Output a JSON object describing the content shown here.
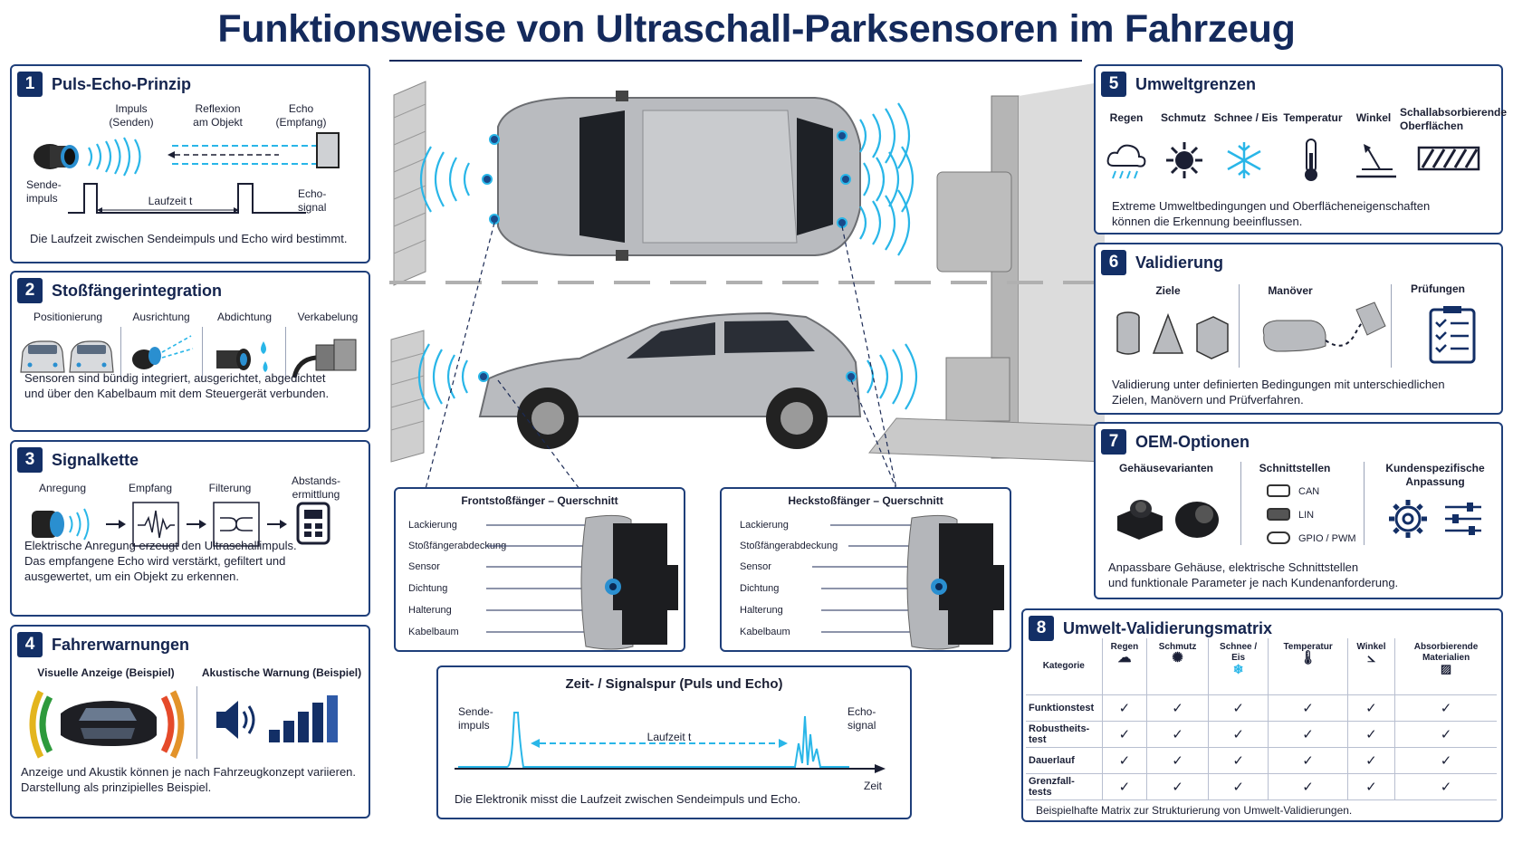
{
  "title": "Funktionsweise von Ultraschall-Parksensoren im Fahrzeug",
  "colors": {
    "navy": "#132f66",
    "wave": "#29b6e8",
    "car": "#b7b9bd"
  },
  "p1": {
    "num": "1",
    "title": "Puls-Echo-Prinzip",
    "impuls": "Impuls\n(Senden)",
    "reflexion": "Reflexion\nam Objekt",
    "echo": "Echo\n(Empfang)",
    "sende": "Sende-\nimpuls",
    "laufzeit": "Laufzeit t",
    "echosig": "Echo-\nsignal",
    "desc": "Die Laufzeit zwischen Sendeimpuls und Echo wird bestimmt."
  },
  "p2": {
    "num": "2",
    "title": "Stoßfängerintegration",
    "cols": [
      "Positionierung",
      "Ausrichtung",
      "Abdichtung",
      "Verkabelung"
    ],
    "desc": "Sensoren sind bündig integriert, ausgerichtet, abgedichtet\nund über den Kabelbaum mit dem Steuergerät verbunden."
  },
  "p3": {
    "num": "3",
    "title": "Signalkette",
    "steps": [
      "Anregung",
      "Empfang",
      "Filterung",
      "Abstands-\nermittlung"
    ],
    "desc": "Elektrische Anregung erzeugt den Ultraschallimpuls.\nDas empfangene Echo wird verstärkt, gefiltert und\nausgewertet, um ein Objekt zu erkennen."
  },
  "p4": {
    "num": "4",
    "title": "Fahrerwarnungen",
    "visual": "Visuelle Anzeige (Beispiel)",
    "acoustic": "Akustische Warnung (Beispiel)",
    "desc": "Anzeige und Akustik können je nach Fahrzeugkonzept variieren.\nDarstellung als prinzipielles Beispiel."
  },
  "p5": {
    "num": "5",
    "title": "Umweltgrenzen",
    "items": [
      "Regen",
      "Schmutz",
      "Schnee / Eis",
      "Temperatur",
      "Winkel",
      "Schallabsorbierende\nOberflächen"
    ],
    "desc": "Extreme Umweltbedingungen und Oberflächeneigenschaften\nkönnen die Erkennung beeinflussen."
  },
  "p6": {
    "num": "6",
    "title": "Validierung",
    "cols": [
      "Ziele",
      "Manöver",
      "Prüfungen"
    ],
    "desc": "Validierung unter definierten Bedingungen mit unterschiedlichen\nZielen, Manövern und Prüfverfahren."
  },
  "p7": {
    "num": "7",
    "title": "OEM-Optionen",
    "housing": "Gehäusevarianten",
    "interfaces": "Schnittstellen",
    "custom": "Kundenspezifische\nAnpassung",
    "ifaces": [
      "CAN",
      "LIN",
      "GPIO / PWM"
    ],
    "desc": "Anpassbare Gehäuse, elektrische Schnittstellen\nund funktionale Parameter je nach Kundenanforderung."
  },
  "p8": {
    "num": "8",
    "title": "Umwelt-Validierungsmatrix",
    "cat": "Kategorie",
    "cols": [
      "Regen",
      "Schmutz",
      "Schnee /\nEis",
      "Temperatur",
      "Winkel",
      "Absorbierende\nMaterialien"
    ],
    "rows": [
      "Funktionstest",
      "Robustheits-\ntest",
      "Dauerlauf",
      "Grenzfall-\ntests"
    ],
    "check": "✓",
    "desc": "Beispielhafte Matrix zur Strukturierung von Umwelt-Validierungen."
  },
  "front": {
    "title": "Frontstoßfänger – Querschnitt",
    "labels": [
      "Lackierung",
      "Stoßfängerabdeckung",
      "Sensor",
      "Dichtung",
      "Halterung",
      "Kabelbaum"
    ]
  },
  "rear": {
    "title": "Heckstoßfänger – Querschnitt",
    "labels": [
      "Lackierung",
      "Stoßfängerabdeckung",
      "Sensor",
      "Dichtung",
      "Halterung",
      "Kabelbaum"
    ]
  },
  "trace": {
    "title": "Zeit- / Signalspur (Puls und Echo)",
    "sende": "Sende-\nimpuls",
    "echo": "Echo-\nsignal",
    "laufzeit": "Laufzeit t",
    "zeit": "Zeit",
    "desc": "Die Elektronik misst die Laufzeit zwischen Sendeimpuls und Echo."
  }
}
